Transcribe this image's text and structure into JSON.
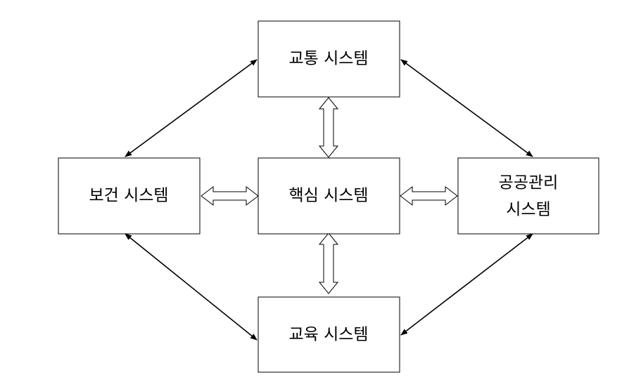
{
  "nodes": {
    "transport": {
      "label": "교통 시스템"
    },
    "health": {
      "label": "보건 시스템"
    },
    "core": {
      "label": "핵심 시스템"
    },
    "public": {
      "label_line1": "공공관리",
      "label_line2": "시스템"
    },
    "education": {
      "label": "교육 시스템"
    }
  },
  "colors": {
    "line": "#000000",
    "box_fill": "#ffffff",
    "text": "#000000"
  }
}
